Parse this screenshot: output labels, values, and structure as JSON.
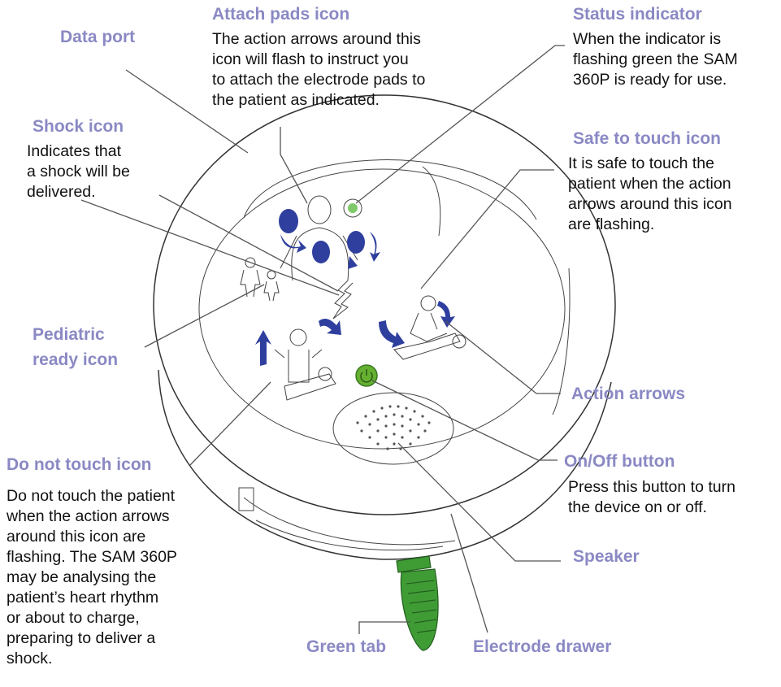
{
  "labels": {
    "data_port": {
      "title": "Data port"
    },
    "attach_pads": {
      "title": "Attach pads icon",
      "lines": [
        "The action arrows around this",
        "icon will flash to instruct you",
        "to attach the electrode pads to",
        "the patient as indicated."
      ]
    },
    "status_indicator": {
      "title": "Status indicator",
      "lines": [
        "When the indicator is",
        "flashing green the SAM",
        "360P is ready for use."
      ]
    },
    "shock_icon": {
      "title": "Shock icon",
      "lines": [
        "Indicates that",
        "a shock will be",
        "delivered."
      ]
    },
    "safe_to_touch": {
      "title": "Safe to touch icon",
      "lines": [
        "It is safe to touch the",
        "patient when the action",
        "arrows around this icon",
        "are flashing."
      ]
    },
    "pediatric_ready": {
      "lines": [
        "Pediatric",
        "ready icon"
      ]
    },
    "action_arrows": {
      "title": "Action arrows"
    },
    "do_not_touch": {
      "title": "Do not touch icon",
      "lines": [
        "Do not touch the patient",
        "when the action arrows",
        "around this icon are",
        "flashing. The SAM 360P",
        "may be analysing the",
        "patient’s heart rhythm",
        "or about to charge,",
        "preparing to deliver a",
        "shock."
      ]
    },
    "on_off_button": {
      "title": "On/Off button",
      "lines": [
        "Press this button to turn",
        "the device on or off."
      ]
    },
    "speaker": {
      "title": "Speaker"
    },
    "green_tab": {
      "title": "Green tab"
    },
    "electrode_drawer": {
      "title": "Electrode drawer"
    }
  },
  "colors": {
    "label": "#8a89c4",
    "text": "#111111",
    "arrow": "#2f3f9e",
    "button_green": "#66b032",
    "tab_green": "#3f9c35"
  }
}
